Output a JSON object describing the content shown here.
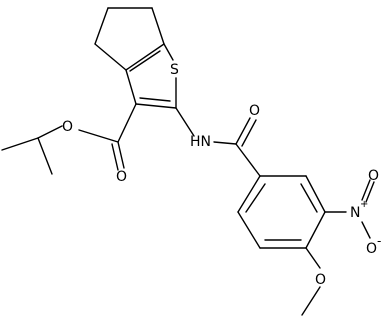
{
  "molecule": {
    "atom_labels": {
      "sulfur": "S",
      "amide_nh": "HN",
      "amide_oxygen": "O",
      "ester_carbonyl_oxygen": "O",
      "ester_ether_oxygen": "O",
      "nitro_nitrogen": "N",
      "nitro_nitrogen_charge": "+",
      "nitro_oxygen_double": "O",
      "nitro_oxygen_single": "O",
      "nitro_oxygen_single_charge": "-",
      "methoxy_oxygen": "O"
    }
  }
}
